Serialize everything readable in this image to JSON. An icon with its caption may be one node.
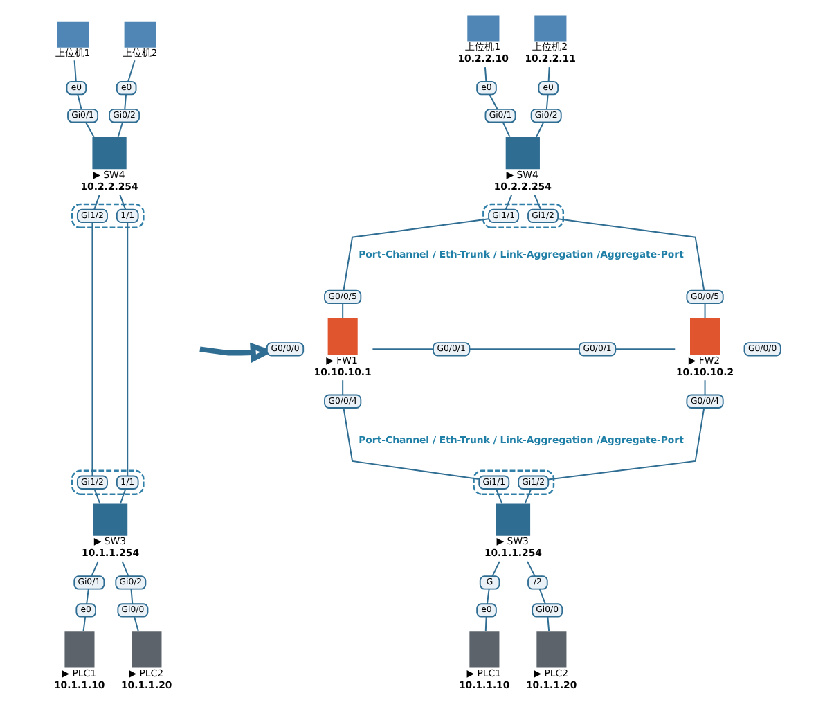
{
  "diagram": {
    "nodes": [
      {
        "text": [
          "上位机1"
        ]
      },
      {
        "text": [
          "e0"
        ]
      },
      {
        "text": [
          "上位机2"
        ]
      },
      {
        "text": [
          "e0"
        ]
      },
      {
        "text": [
          "Gi0/1"
        ]
      },
      {
        "text": [
          "Gi0/2"
        ]
      },
      {
        "text": [
          "▶ SW4"
        ],
        "beside": [
          "10.2.2.254"
        ]
      },
      {
        "text": [],
        "shape": "ellipse"
      },
      {
        "text": [
          "Gi1/2"
        ],
        "in": 7
      },
      {
        "text": [
          "1/1"
        ],
        "in": 7
      },
      {
        "text": [],
        "shape": "ellipse"
      },
      {
        "text": [
          "Gi1/2"
        ],
        "in": 10
      },
      {
        "text": [
          "1/1"
        ],
        "in": 10
      },
      {
        "text": [
          "▶ SW3"
        ],
        "beside": [
          "10.1.1.254"
        ]
      },
      {
        "text": [
          "Gi0/1"
        ]
      },
      {
        "text": [
          "Gi0/2"
        ]
      },
      {
        "text": [
          "e0"
        ]
      },
      {
        "text": [
          "Gi0/0"
        ]
      },
      {
        "text": [
          "▶ PLC1"
        ],
        "beside": [
          "10.1.1.10"
        ]
      },
      {
        "text": [
          "▶ PLC2"
        ],
        "beside": [
          "10.1.1.20"
        ]
      },
      {
        "text": [
          "上位机1"
        ],
        "beside": [
          "10.2.2.10"
        ]
      },
      {
        "text": [
          "e0"
        ]
      },
      {
        "text": [
          "上位机2"
        ],
        "beside": [
          "10.2.2.11"
        ]
      },
      {
        "text": [
          "e0"
        ]
      },
      {
        "text": [
          "Gi0/1"
        ]
      },
      {
        "text": [
          "Gi0/2"
        ]
      },
      {
        "text": [
          "▶ SW4"
        ],
        "beside": [
          "10.2.2.254"
        ]
      },
      {
        "text": [],
        "shape": "ellipse"
      },
      {
        "text": [
          "Gi1/1"
        ],
        "in": 27
      },
      {
        "text": [
          "Gi1/2"
        ],
        "in": 27
      },
      {
        "text": [
          "G0/0/5"
        ]
      },
      {
        "text": [
          "G0/0/5"
        ]
      },
      {
        "text": [
          "G0/0/0"
        ]
      },
      {
        "text": [
          "▶ FW1"
        ],
        "beside": [
          "10.10.10.1"
        ]
      },
      {
        "text": [
          "G0/0/1"
        ]
      },
      {
        "text": [
          "G0/0/1"
        ]
      },
      {
        "text": [
          "▶ FW2"
        ],
        "beside": [
          "10.10.10.2"
        ]
      },
      {
        "text": [
          "G0/0/0"
        ]
      },
      {
        "text": [
          "G0/0/4"
        ]
      },
      {
        "text": [
          "G0/0/4"
        ]
      },
      {
        "text": [],
        "shape": "ellipse"
      },
      {
        "text": [
          "Gi1/1"
        ],
        "in": 40
      },
      {
        "text": [
          "Gi1/2"
        ],
        "in": 40
      },
      {
        "text": [
          "▶ SW3"
        ],
        "beside": [
          "10.1.1.254"
        ]
      },
      {
        "text": [
          "G"
        ]
      },
      {
        "text": [
          "/2"
        ]
      },
      {
        "text": [
          "e0"
        ]
      },
      {
        "text": [
          "Gi0/0"
        ]
      },
      {
        "text": [
          "▶ PLC1"
        ],
        "beside": [
          "10.1.1.10"
        ]
      },
      {
        "text": [
          "▶ PLC2"
        ],
        "beside": [
          "10.1.1.20"
        ]
      }
    ],
    "edges": [
      {
        "from": 0,
        "to": 1,
        "arrow": "none"
      },
      {
        "from": 1,
        "to": 4,
        "arrow": "none"
      },
      {
        "from": 4,
        "to": 6,
        "arrow": "none"
      },
      {
        "from": 2,
        "to": 3,
        "arrow": "none"
      },
      {
        "from": 3,
        "to": 5,
        "arrow": "none"
      },
      {
        "from": 5,
        "to": 6,
        "arrow": "none"
      },
      {
        "from": 6,
        "to": 8,
        "arrow": "none"
      },
      {
        "from": 8,
        "to": 11,
        "arrow": "none"
      },
      {
        "from": 11,
        "to": 13,
        "arrow": "none"
      },
      {
        "from": 6,
        "to": 9,
        "arrow": "none"
      },
      {
        "from": 9,
        "to": 12,
        "arrow": "none"
      },
      {
        "from": 12,
        "to": 13,
        "arrow": "none"
      },
      {
        "from": 13,
        "to": 14,
        "arrow": "none"
      },
      {
        "from": 14,
        "to": 16,
        "arrow": "none"
      },
      {
        "from": 16,
        "to": 18,
        "arrow": "none"
      },
      {
        "from": 13,
        "to": 15,
        "arrow": "none"
      },
      {
        "from": 15,
        "to": 17,
        "arrow": "none"
      },
      {
        "from": 17,
        "to": 19,
        "arrow": "none"
      },
      {
        "from": 20,
        "to": 21,
        "arrow": "none"
      },
      {
        "from": 21,
        "to": 24,
        "arrow": "none"
      },
      {
        "from": 24,
        "to": 26,
        "arrow": "none"
      },
      {
        "from": 22,
        "to": 23,
        "arrow": "none"
      },
      {
        "from": 23,
        "to": 25,
        "arrow": "none"
      },
      {
        "from": 25,
        "to": 26,
        "arrow": "none"
      },
      {
        "from": 26,
        "to": 28,
        "arrow": "none"
      },
      {
        "from": 28,
        "to": 30,
        "arrow": "none"
      },
      {
        "from": 30,
        "to": 33,
        "arrow": "none"
      },
      {
        "from": 26,
        "to": 29,
        "arrow": "none"
      },
      {
        "from": 29,
        "to": 31,
        "arrow": "none"
      },
      {
        "from": 31,
        "to": 36,
        "arrow": "none"
      },
      {
        "from": 33,
        "to": 34,
        "arrow": "none"
      },
      {
        "from": 34,
        "to": 35,
        "arrow": "none"
      },
      {
        "from": 35,
        "to": 36,
        "arrow": "none"
      },
      {
        "from": 33,
        "to": 38,
        "arrow": "none"
      },
      {
        "from": 38,
        "to": 41,
        "arrow": "none"
      },
      {
        "from": 41,
        "to": 43,
        "arrow": "none"
      },
      {
        "from": 36,
        "to": 39,
        "arrow": "none"
      },
      {
        "from": 39,
        "to": 42,
        "arrow": "none"
      },
      {
        "from": 42,
        "to": 43,
        "arrow": "none"
      },
      {
        "from": 43,
        "to": 44,
        "arrow": "none"
      },
      {
        "from": 44,
        "to": 46,
        "arrow": "none"
      },
      {
        "from": 46,
        "to": 48,
        "arrow": "none"
      },
      {
        "from": 43,
        "to": 45,
        "arrow": "none"
      },
      {
        "from": 45,
        "to": 47,
        "arrow": "none"
      },
      {
        "from": 47,
        "to": 49,
        "arrow": "none"
      },
      {
        "from": null,
        "to": 32,
        "arrow": "to",
        "style": "thick"
      }
    ],
    "labels": [
      "Port-Channel / Eth-Trunk / Link-Aggregation /Aggregate-Port",
      "Port-Channel / Eth-Trunk / Link-Aggregation /Aggregate-Port"
    ]
  }
}
